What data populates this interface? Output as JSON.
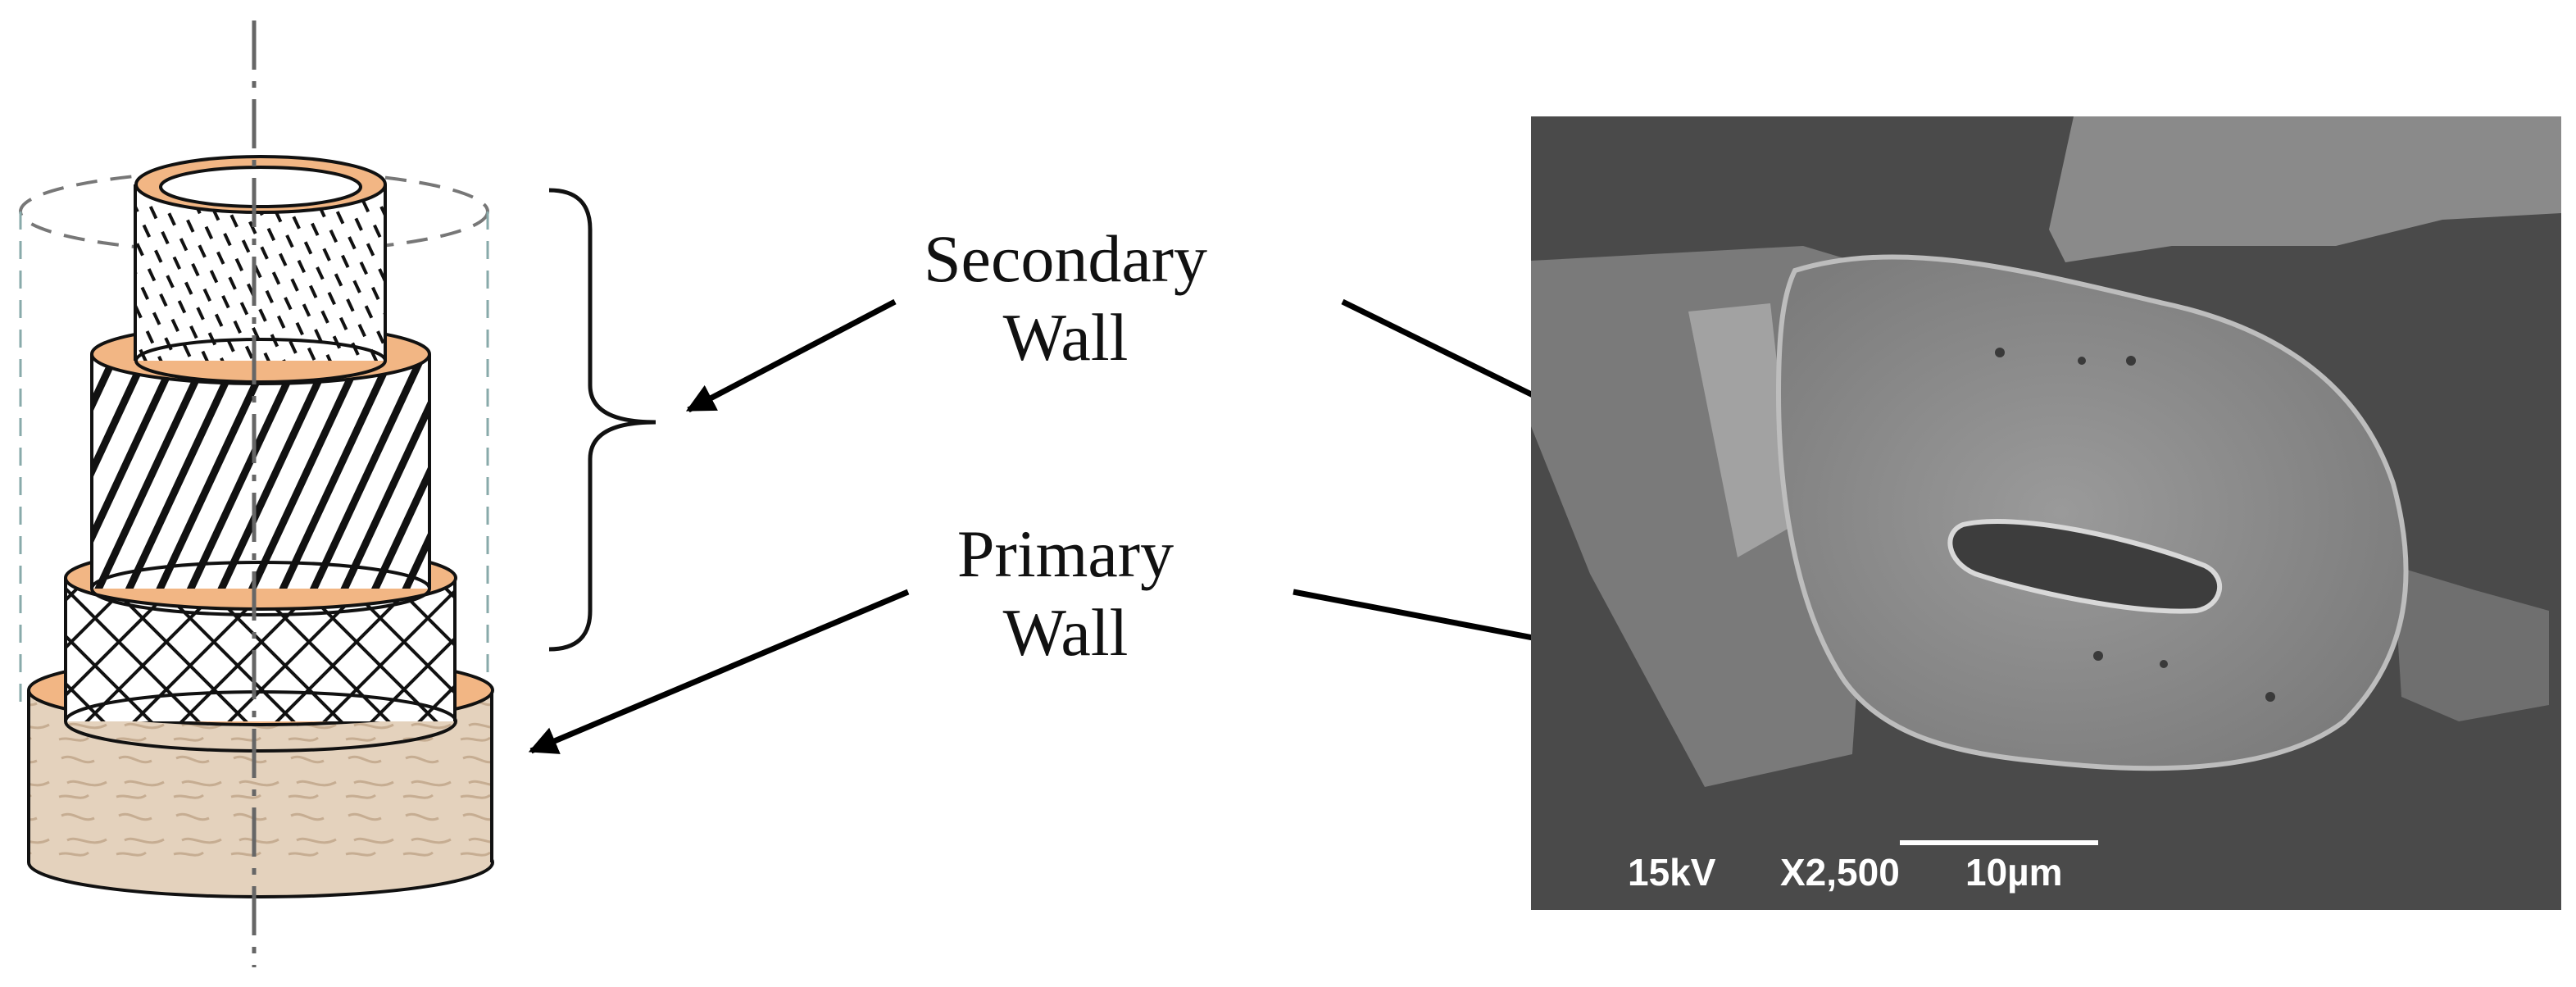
{
  "labels": {
    "secondary_line1": "Secondary",
    "secondary_line2": "Wall",
    "primary_line1": "Primary",
    "primary_line2": "Wall"
  },
  "micrograph": {
    "voltage": "15kV",
    "magnification": "X2,500",
    "scale_bar": "10µm"
  },
  "colors": {
    "layer_rim": "#f2b684",
    "primary_wall_fill": "#e4d2bd",
    "sem_background": "#4a4a4a",
    "fiber_surface": "#8e8e8e"
  }
}
